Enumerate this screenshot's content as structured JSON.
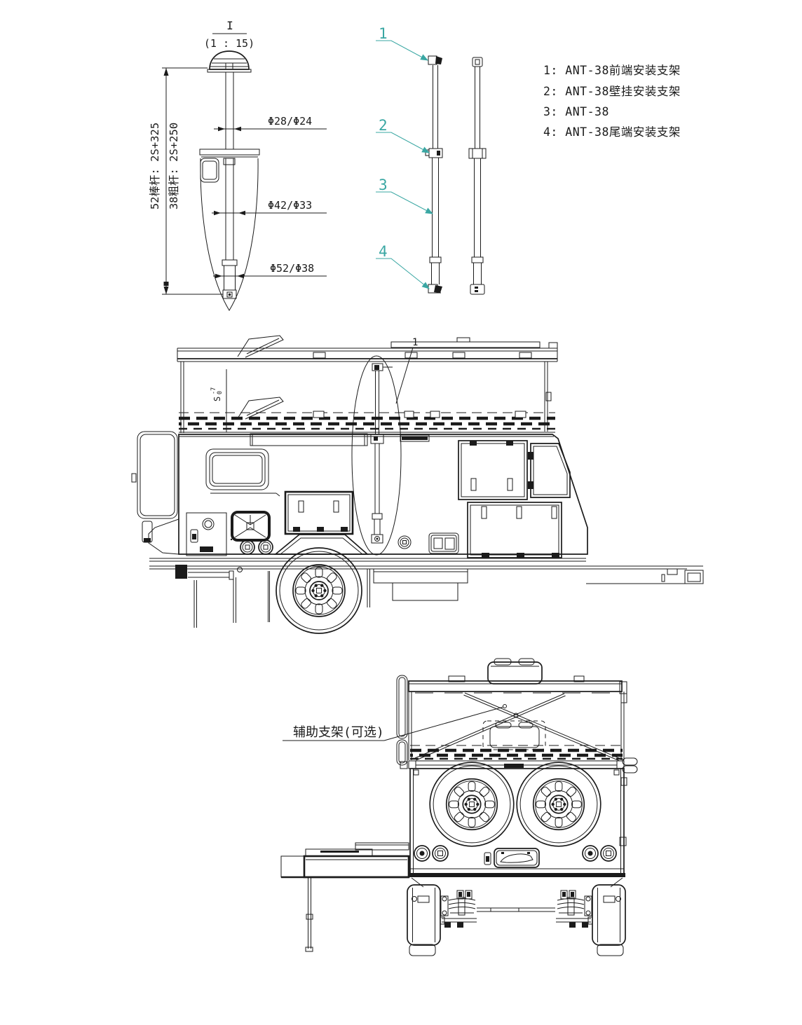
{
  "colors": {
    "ink": "#1b1b1b",
    "accent_teal": "#3aa7a3",
    "paper": "#ffffff"
  },
  "detail_view": {
    "section_label": "I",
    "scale": "(1 : 15)",
    "dim_pole52": "52棒杆: 2S+325",
    "dim_pole38": "38粗杆: 2S+250",
    "dim_top_tube": "Φ28/Φ24",
    "dim_mid_tube": "Φ42/Φ33",
    "dim_bottom_tube": "Φ52/Φ38"
  },
  "pole_figure": {
    "callouts": [
      "1",
      "2",
      "3",
      "4"
    ]
  },
  "legend": {
    "items": [
      "1: ANT-38前端安装支架",
      "2: ANT-38壁挂安装支架",
      "3: ANT-38",
      "4: ANT-38尾端安装支架"
    ]
  },
  "side_view": {
    "balloon_label": "1",
    "s_dim": {
      "base": "S",
      "tol_upper": "-7",
      "tol_lower": "0"
    }
  },
  "rear_view": {
    "aux_bracket_label": "辅助支架(可选)"
  }
}
